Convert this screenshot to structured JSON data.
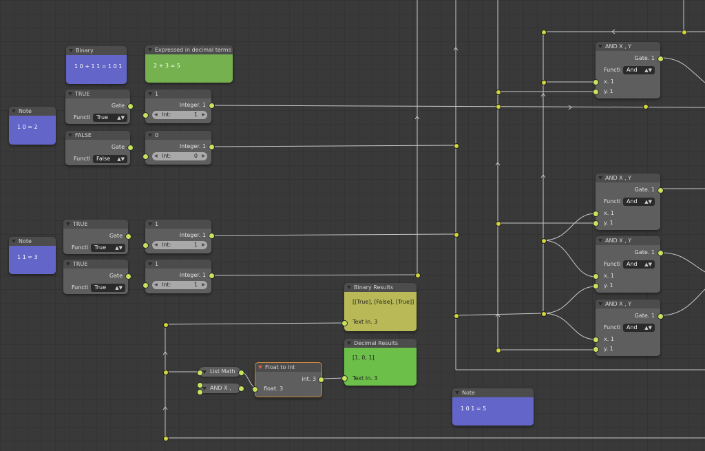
{
  "colors": {
    "background": "#393939",
    "link": "#c9c9c9",
    "socket": "#c7e35e",
    "reroute": "#d3d63a",
    "note_blue": "#6366c8",
    "note_green": "#75b24f",
    "binary_results_bg": "#b9b957",
    "decimal_results_bg": "#6cbf49",
    "float_to_int_border": "#d08a3a"
  },
  "notes": {
    "binary": {
      "title": "Binary",
      "text": "1 0 + 1 1 = 1 0 1"
    },
    "decimal": {
      "title": "Expressed in decimal terms",
      "text": "2 + 3 = 5"
    },
    "note_10": {
      "title": "Note",
      "text": "1 0 = 2"
    },
    "note_11": {
      "title": "Note",
      "text": "1 1 = 3"
    },
    "note_101": {
      "title": "Note",
      "text": "1 0 1 = 5"
    }
  },
  "gates": [
    {
      "title": "TRUE",
      "out_label": "Gate",
      "func_label": "Functi",
      "func_value": "True"
    },
    {
      "title": "FALSE",
      "out_label": "Gate",
      "func_label": "Functi",
      "func_value": "False"
    },
    {
      "title": "TRUE",
      "out_label": "Gate",
      "func_label": "Functi",
      "func_value": "True"
    },
    {
      "title": "TRUE",
      "out_label": "Gate",
      "func_label": "Functi",
      "func_value": "True"
    }
  ],
  "integers": [
    {
      "title": "1",
      "out_label": "Integer. 1",
      "field_label": "Int:",
      "value": "1"
    },
    {
      "title": "0",
      "out_label": "Integer. 1",
      "field_label": "Int:",
      "value": "0"
    },
    {
      "title": "1",
      "out_label": "Integer. 1",
      "field_label": "Int:",
      "value": "1"
    },
    {
      "title": "1",
      "out_label": "Integer. 1",
      "field_label": "Int:",
      "value": "1"
    }
  ],
  "and_nodes": [
    {
      "title": "AND X , Y",
      "out_label": "Gate. 1",
      "func_label": "Functi",
      "func_value": "And",
      "x_label": "x. 1",
      "y_label": "y. 1"
    },
    {
      "title": "AND X , Y",
      "out_label": "Gate. 1",
      "func_label": "Functi",
      "func_value": "And",
      "x_label": "x. 1",
      "y_label": "y. 1"
    },
    {
      "title": "AND X , Y",
      "out_label": "Gate. 1",
      "func_label": "Functi",
      "func_value": "And",
      "x_label": "x. 1",
      "y_label": "y. 1"
    },
    {
      "title": "AND X , Y",
      "out_label": "Gate. 1",
      "func_label": "Functi",
      "func_value": "And",
      "x_label": "x. 1",
      "y_label": "y. 1"
    }
  ],
  "binary_results": {
    "title": "Binary Results",
    "value": "[[True], [False], [True]]",
    "input_label": "Text In. 3"
  },
  "decimal_results": {
    "title": "Decimal Results",
    "value": "[1, 0, 1]",
    "input_label": "Text In. 3"
  },
  "float_to_int": {
    "title": "Float to Int",
    "out_label": "int. 3",
    "in_label": "float. 3"
  },
  "list_math": {
    "title": "List Math"
  },
  "and_collapsed": {
    "title": "AND X ,"
  }
}
